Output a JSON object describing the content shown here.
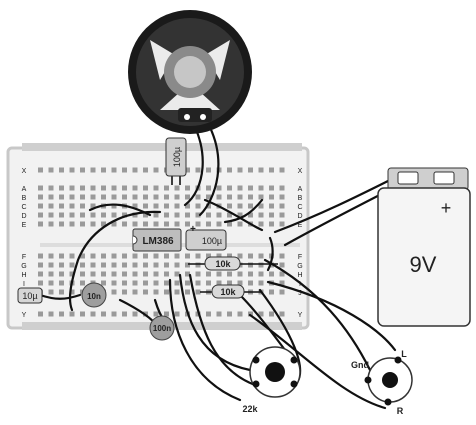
{
  "components": {
    "ic_label": "LM386",
    "cap_top_label": "100µ",
    "cap_mid_label": "100µ",
    "cap_left_label": "10µ",
    "cap_10n_label": "10n",
    "cap_100n_label": "100n",
    "res_top_label": "10k",
    "res_bottom_label": "10k",
    "pot_label": "22k",
    "battery_label": "9V",
    "battery_plus": "+",
    "jack_gnd_label": "Gnd",
    "jack_l_label": "L",
    "jack_r_label": "R"
  },
  "breadboard": {
    "row_letters_top": [
      "X",
      "A",
      "B",
      "C",
      "D",
      "E"
    ],
    "row_letters_bottom": [
      "F",
      "G",
      "H",
      "I",
      "J",
      "Y"
    ]
  },
  "colors": {
    "board": "#f2f2f2",
    "hole": "#9a9a9a",
    "wire": "#111111",
    "component_gray": "#bdbdbd",
    "speaker_dark": "#1a1a1a",
    "battery_body": "#f5f5f5"
  }
}
